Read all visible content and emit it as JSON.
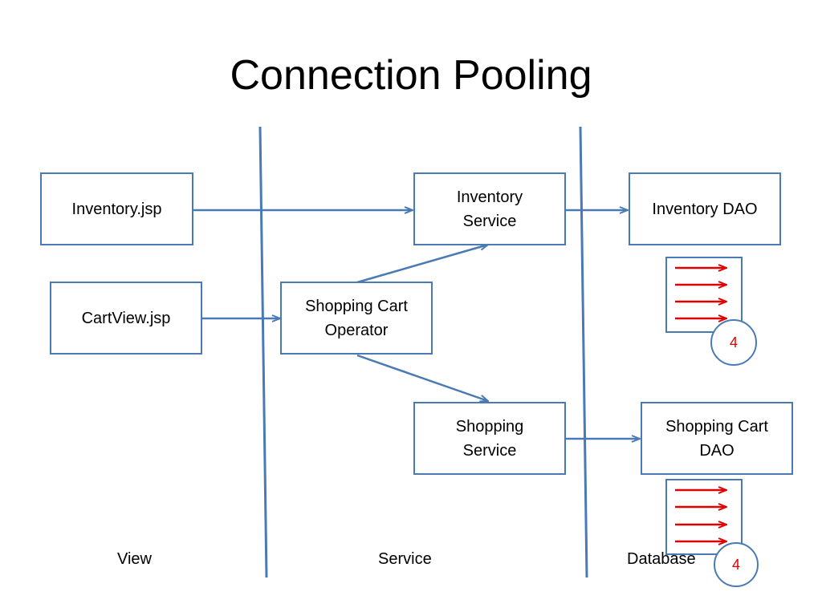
{
  "title": "Connection Pooling",
  "boxes": {
    "inventory_jsp": "Inventory.jsp",
    "cartview_jsp": "CartView.jsp",
    "inventory_service": [
      "Inventory",
      "Service"
    ],
    "shopping_cart_operator": [
      "Shopping Cart",
      "Operator"
    ],
    "shopping_service": [
      "Shopping",
      "Service"
    ],
    "inventory_dao": "Inventory DAO",
    "shopping_cart_dao": [
      "Shopping Cart",
      "DAO"
    ]
  },
  "pools": {
    "inventory_count": "4",
    "shopping_cart_count": "4"
  },
  "lanes": {
    "view": "View",
    "service": "Service",
    "database": "Database"
  },
  "colors": {
    "box_border": "#4a7ab5",
    "connector": "#4a7ab5",
    "pool_arrow": "#e00000"
  }
}
